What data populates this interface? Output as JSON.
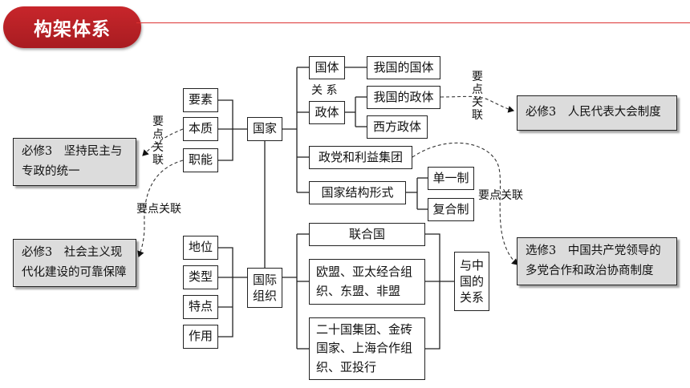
{
  "header": {
    "title": "构架体系"
  },
  "nodes": {
    "elements": "要素",
    "essence": "本质",
    "functions": "职能",
    "state": "国家",
    "status": "地位",
    "types": "类型",
    "characteristics": "特点",
    "role": "作用",
    "intl_org": "国际\n组织",
    "polity": "国体",
    "our_polity": "我国的国体",
    "relation": "关 系",
    "regime": "政体",
    "our_regime": "我国的政体",
    "western_regime": "西方政体",
    "parties": "政党和利益集团",
    "structure": "国家结构形式",
    "unitary": "单一制",
    "federal": "复合制",
    "un": "联合国",
    "eu_apec": "欧盟、亚太经合组\n织、东盟、非盟",
    "g20": "二十国集团、金砖\n国家、上海合作组\n织、亚投行",
    "china_relation": "与中\n国的\n关系"
  },
  "external": {
    "democracy": "必修3　坚持民主与\n专政的统一",
    "modernization": "必修3　社会主义现\n代化建设的可靠保障",
    "npc": "必修3　人民代表大会制度",
    "cpc": "选修3　中国共产党领导的\n多党合作和政治协商制度"
  },
  "labels": {
    "key_link_1": "要\n点\n关\n联",
    "key_link_2": "要点关联",
    "key_link_3": "要\n点\n关\n联",
    "key_link_4": "要点关联"
  },
  "colors": {
    "title_bg": "#b22025",
    "ext_bg": "#dcdcdc"
  }
}
